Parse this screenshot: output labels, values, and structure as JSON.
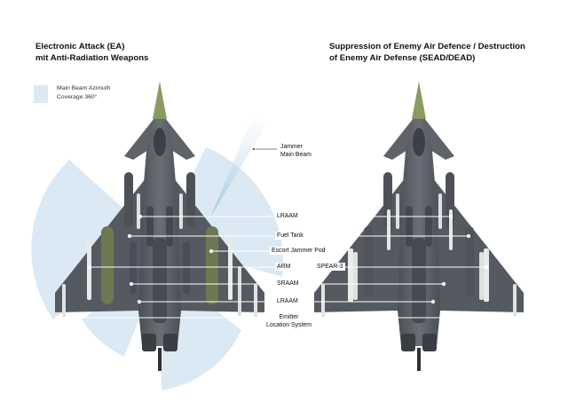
{
  "left_panel": {
    "title_line1": "Electronic Attack (EA)",
    "title_line2": "mit Anti-Radiation Weapons",
    "legend_line1": "Main Beam Azimuth",
    "legend_line2": "Coverage 360°",
    "jammer_line1": "Jammer",
    "jammer_line2": "Main Beam"
  },
  "right_panel": {
    "title_line1": "Suppression of Enemy Air Defence / Destruction",
    "title_line2": "of Enemy Air Defense (SEAD/DEAD)"
  },
  "callouts": {
    "lraam_top": "LRAAM",
    "fuel_tank": "Fuel Tank",
    "escort_jammer_pod": "Escort Jammer Pod",
    "arm": "ARM",
    "spear3": "SPEAR-3",
    "sraam": "SRAAM",
    "lraam_bottom": "LRAAM",
    "emitter_line1": "Emitter",
    "emitter_line2": "Location System"
  },
  "colors": {
    "coverage": "#dbe9f4",
    "airframe": "#5b5f66",
    "airframe_dark": "#3e4248",
    "nose": "#8c9a63",
    "fuel_tank": "#6c7850",
    "line": "#ffffff"
  }
}
